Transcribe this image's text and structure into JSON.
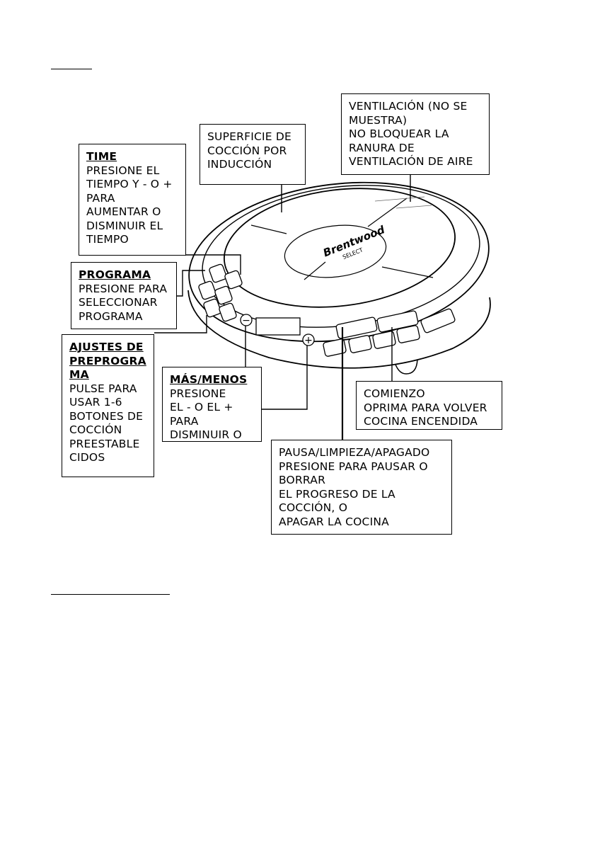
{
  "callouts": {
    "time": {
      "title": "TIME",
      "lines": [
        "PRESIONE EL",
        "TIEMPO Y - O +",
        "PARA",
        "AUMENTAR O",
        "DISMINUIR EL",
        "TIEMPO"
      ]
    },
    "surface": {
      "lines": [
        "SUPERFICIE DE",
        "COCCIÓN POR",
        "INDUCCIÓN"
      ]
    },
    "vent": {
      "lines": [
        "VENTILACIÓN (NO SE",
        "MUESTRA)",
        "NO BLOQUEAR LA",
        "RANURA DE",
        "VENTILACIÓN DE AIRE"
      ]
    },
    "program": {
      "title": "PROGRAMA",
      "lines": [
        "PRESIONE PARA",
        "SELECCIONAR",
        "PROGRAMA"
      ]
    },
    "preset": {
      "title_lines": [
        "AJUSTES DE",
        "PREPROGRA",
        "MA"
      ],
      "lines": [
        "PULSE PARA",
        "USAR 1-6",
        "BOTONES DE",
        "COCCIÓN",
        "PREESTABLE",
        "CIDOS"
      ]
    },
    "plusminus": {
      "title": "MÁS/MENOS",
      "lines": [
        "PRESIONE",
        "EL - O EL +",
        "PARA",
        "DISMINUIR O"
      ]
    },
    "start": {
      "lines": [
        "COMIENZO",
        "OPRIMA PARA VOLVER",
        "COCINA ENCENDIDA"
      ]
    },
    "pause": {
      "lines": [
        "PAUSA/LIMPIEZA/APAGADO",
        "PRESIONE PARA PAUSAR O",
        "BORRAR",
        "EL PROGRESO DE LA",
        "COCCIÓN, O",
        "APAGAR LA COCINA"
      ]
    }
  },
  "device": {
    "brand": "Brentwood",
    "sub_brand": "SELECT",
    "minus_symbol": "−",
    "plus_symbol": "+"
  }
}
